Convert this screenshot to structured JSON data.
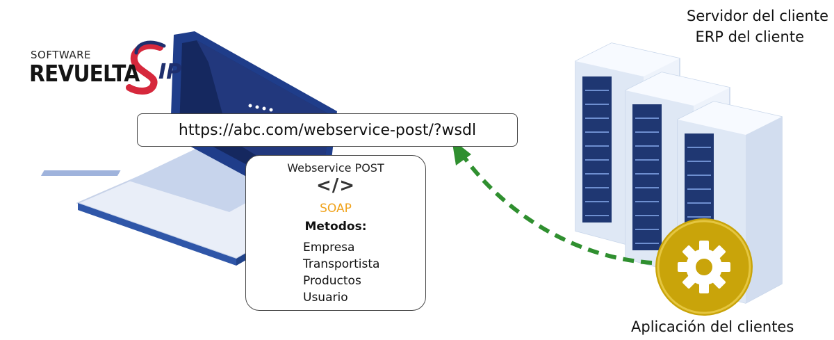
{
  "logo": {
    "small_text": "SOFTWARE",
    "brand_text": "REVUELTA",
    "brand_suffix": "S",
    "brand_suffix_end": "IP"
  },
  "url_box": {
    "url": "https://abc.com/webservice-post/?wsdl"
  },
  "webservice_card": {
    "title": "Webservice POST",
    "code_symbol": "</>",
    "protocol": "SOAP",
    "methods_heading": "Metodos:",
    "methods": [
      "Empresa",
      "Transportista",
      "Productos",
      "Usuario"
    ]
  },
  "server": {
    "line1": "Servidor del cliente",
    "line2": "ERP del cliente"
  },
  "application": {
    "label": "Aplicación del clientes",
    "icon": "gear-icon"
  },
  "colors": {
    "laptop_blue": "#3f66b8",
    "screen_dark": "#1a2b5e",
    "arrow_green": "#2f8f2f",
    "gear_gold": "#c9a40a",
    "soap_orange": "#f0a21a",
    "server_light": "#dfe8f5"
  }
}
